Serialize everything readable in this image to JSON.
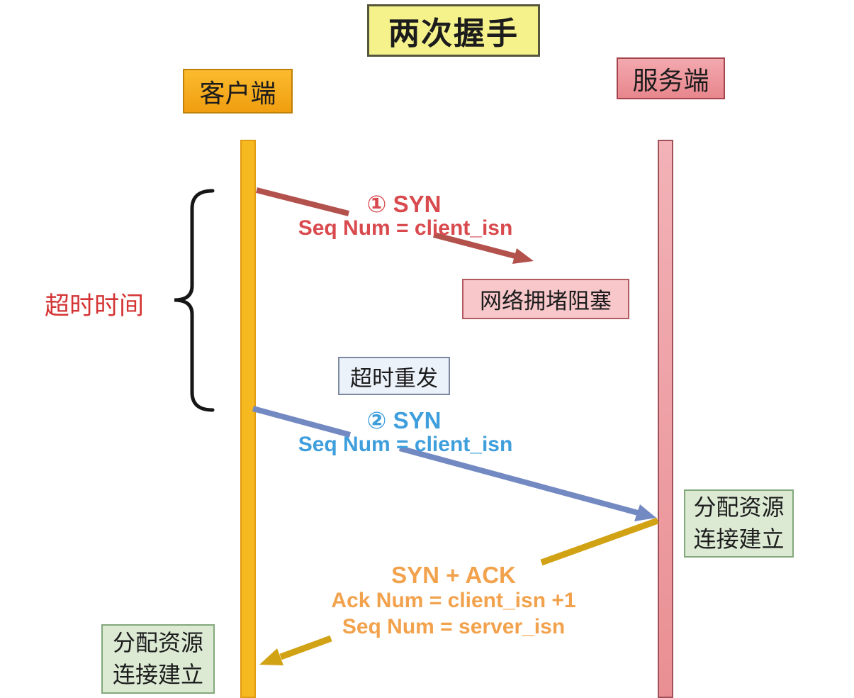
{
  "title": "两次握手",
  "actors": {
    "client": "客户端",
    "server": "服务端"
  },
  "annotations": {
    "timeout_label": "超时时间",
    "congestion_label": "网络拥堵阻塞",
    "retransmit_label": "超时重发",
    "server_established": {
      "line1": "分配资源",
      "line2": "连接建立"
    },
    "client_established": {
      "line1": "分配资源",
      "line2": "连接建立"
    }
  },
  "messages": {
    "syn_first": {
      "step": "① SYN",
      "detail": "Seq Num = client_isn"
    },
    "syn_retry": {
      "step": "② SYN",
      "detail": "Seq Num = client_isn"
    },
    "syn_ack": {
      "line1": "SYN + ACK",
      "line2": "Ack Num = client_isn +1",
      "line3": "Seq Num = server_isn"
    }
  },
  "colors": {
    "syn_first_line": "#b3514c",
    "syn_first_text": "#d84a4e",
    "syn_retry_line": "#7389c2",
    "syn_retry_text": "#3f9edc",
    "syn_ack_line": "#d2a215",
    "syn_ack_text": "#f2a24c",
    "brace": "#161616",
    "client_lifeline": "#f7b920",
    "server_lifeline": "#efa3a8",
    "title_bg": "#f5f28c",
    "client_bg": "#f6a81f",
    "server_bg": "#ee949a",
    "congestion_bg": "#f7c7ca",
    "retransmit_bg": "#ecf2fa",
    "established_bg": "#dcead4",
    "timeout_text": "#d43434"
  }
}
